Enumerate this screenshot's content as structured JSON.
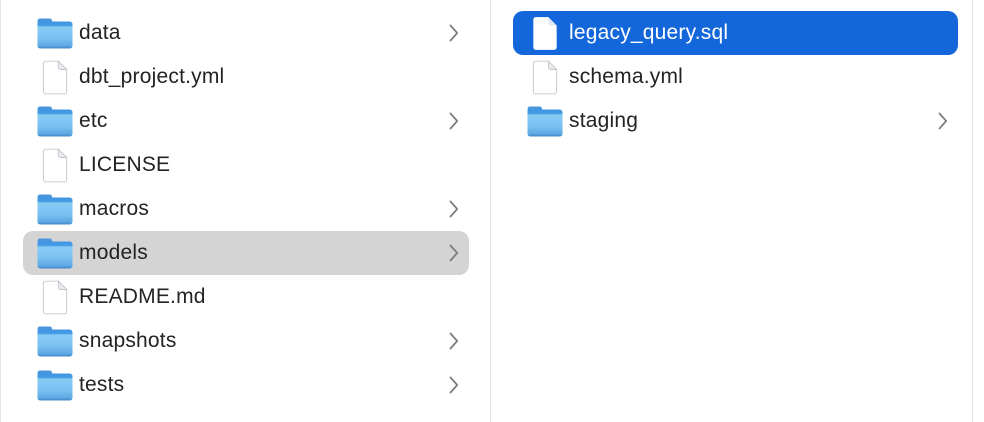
{
  "app": {
    "name": "finder-column-browser"
  },
  "colors": {
    "selection_blue": "#1467db",
    "selection_gray": "#d4d4d4",
    "divider": "#e4e4e6",
    "text": "#232326",
    "text_selected": "#ffffff",
    "chevron": "#7d7d82",
    "folder_light": "#84c9f4",
    "folder_dark": "#4398e4"
  },
  "columns": [
    {
      "name": "left-column",
      "items": [
        {
          "label": "data",
          "type": "folder",
          "chevron": true,
          "selected": "none"
        },
        {
          "label": "dbt_project.yml",
          "type": "file",
          "chevron": false,
          "selected": "none"
        },
        {
          "label": "etc",
          "type": "folder",
          "chevron": true,
          "selected": "none"
        },
        {
          "label": "LICENSE",
          "type": "file",
          "chevron": false,
          "selected": "none"
        },
        {
          "label": "macros",
          "type": "folder",
          "chevron": true,
          "selected": "none"
        },
        {
          "label": "models",
          "type": "folder",
          "chevron": true,
          "selected": "gray"
        },
        {
          "label": "README.md",
          "type": "file",
          "chevron": false,
          "selected": "none"
        },
        {
          "label": "snapshots",
          "type": "folder",
          "chevron": true,
          "selected": "none"
        },
        {
          "label": "tests",
          "type": "folder",
          "chevron": true,
          "selected": "none"
        }
      ]
    },
    {
      "name": "right-column",
      "items": [
        {
          "label": "legacy_query.sql",
          "type": "file",
          "chevron": false,
          "selected": "blue"
        },
        {
          "label": "schema.yml",
          "type": "file",
          "chevron": false,
          "selected": "none"
        },
        {
          "label": "staging",
          "type": "folder",
          "chevron": true,
          "selected": "none"
        }
      ]
    }
  ]
}
